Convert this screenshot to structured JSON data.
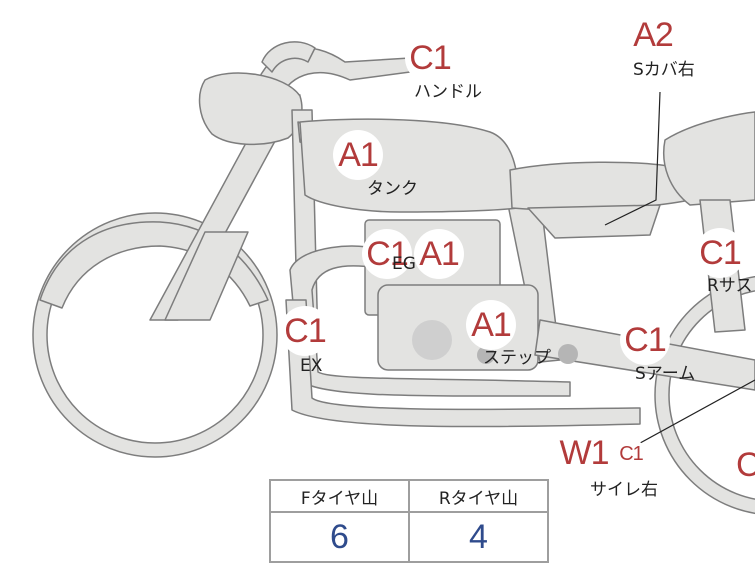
{
  "markers": {
    "handle": "C1",
    "s_cover_right": "A2",
    "tank": "A1",
    "engine_c1": "C1",
    "engine_a1": "A1",
    "exhaust": "C1",
    "step": "A1",
    "rear_suspension": "C1",
    "swing_arm": "C1",
    "silencer_right_w1": "W1",
    "silencer_right_c1": "C1",
    "rear_wheel": "C"
  },
  "labels": {
    "handle": "ハンドル",
    "s_cover_right": "Sカバ右",
    "tank": "タンク",
    "engine": "EG",
    "exhaust": "EX",
    "step": "ステップ",
    "rear_suspension": "Rサス",
    "swing_arm": "Sアーム",
    "silencer_right": "サイレ右"
  },
  "tire_table": {
    "front_header": "Fタイヤ山",
    "rear_header": "Rタイヤ山",
    "front_value": "6",
    "rear_value": "4"
  },
  "colors": {
    "body_fill": "#e3e3e1",
    "outline": "#7d7d7d",
    "marker_text": "#b23b3b",
    "table_value": "#2f4b8c"
  }
}
